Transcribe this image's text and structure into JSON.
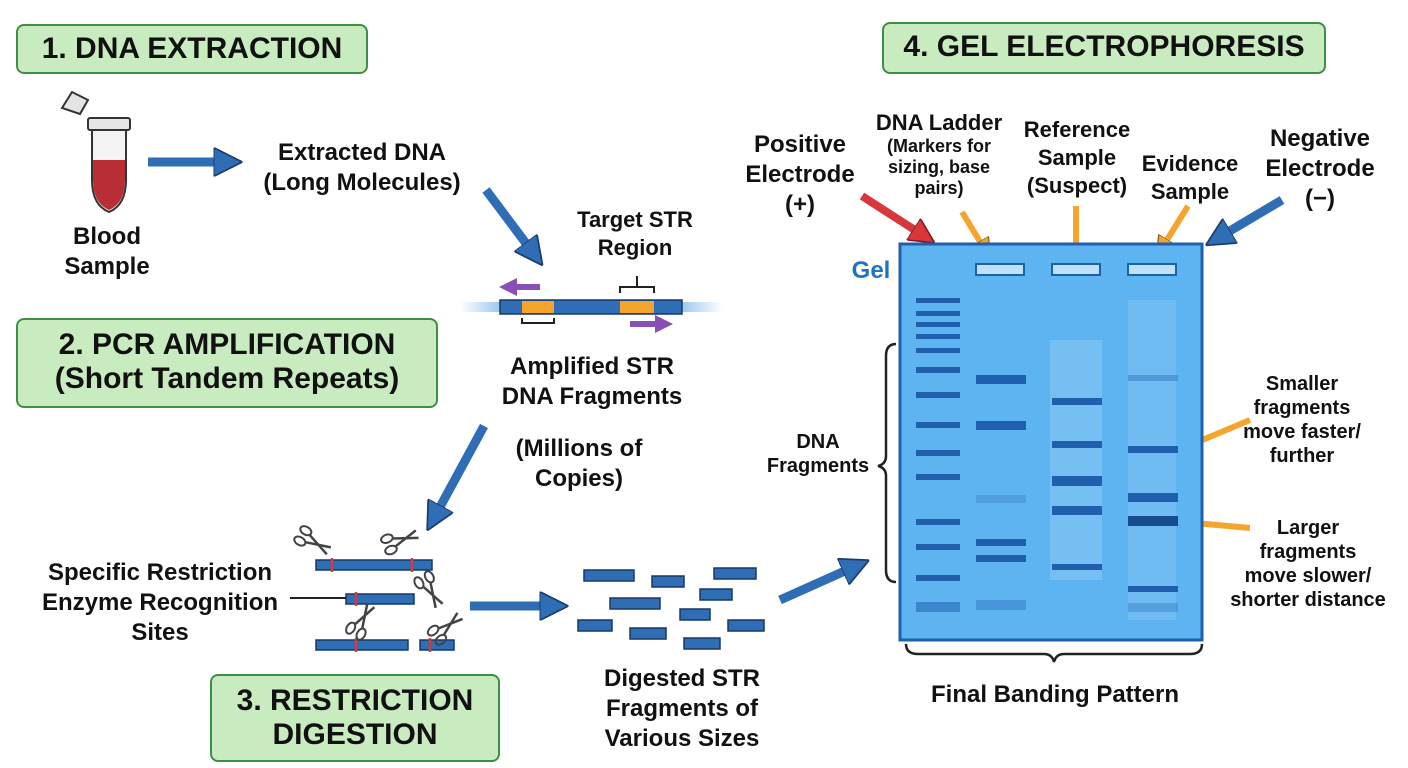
{
  "steps": {
    "s1": "1. DNA EXTRACTION",
    "s2_line1": "2. PCR AMPLIFICATION",
    "s2_line2": "(Short Tandem Repeats)",
    "s3_line1": "3. RESTRICTION",
    "s3_line2": "DIGESTION",
    "s4": "4. GEL ELECTROPHORESIS"
  },
  "labels": {
    "blood_sample": [
      "Blood",
      "Sample"
    ],
    "extracted_dna": [
      "Extracted DNA",
      "(Long Molecules)"
    ],
    "target_str": [
      "Target STR",
      "Region"
    ],
    "amplified": [
      "Amplified STR",
      "DNA Fragments"
    ],
    "millions": [
      "(Millions of",
      "Copies)"
    ],
    "restriction_sites": [
      "Specific Restriction",
      "Enzyme Recognition",
      "Sites"
    ],
    "digested": [
      "Digested STR",
      "Fragments of",
      "Various Sizes"
    ],
    "positive_electrode": [
      "Positive",
      "Electrode",
      "(+)"
    ],
    "dna_ladder_title": "DNA Ladder",
    "dna_ladder_sub": [
      "(Markers for",
      "sizing, base",
      "pairs)"
    ],
    "reference_sample": [
      "Reference",
      "Sample",
      "(Suspect)"
    ],
    "evidence_sample": [
      "Evidence",
      "Sample"
    ],
    "negative_electrode": [
      "Negative",
      "Electrode",
      "(−)"
    ],
    "gel": "Gel",
    "dna_fragments": [
      "DNA",
      "Fragments"
    ],
    "smaller_fragments": [
      "Smaller",
      "fragments",
      "move faster/",
      "further"
    ],
    "larger_fragments": [
      "Larger",
      "fragments",
      "move slower/",
      "shorter distance"
    ],
    "final_pattern": "Final Banding Pattern"
  },
  "colors": {
    "box_fill": "#c8ecc0",
    "box_border": "#3f8f43",
    "arrow_blue": "#2f6db5",
    "arrow_orange": "#f5a52e",
    "arrow_red": "#d9383b",
    "arrow_purple": "#8a4fb5",
    "gel_fill": "#5eb4f0",
    "band": "#1f5fae",
    "blood": "#b92e34",
    "str_region": "#f5a52e",
    "gel_label": "#1f73c0"
  },
  "icons": [
    "blood-tube-icon",
    "scissors-icon",
    "dna-strand-icon",
    "gel-slab-icon",
    "bracket-icon"
  ]
}
